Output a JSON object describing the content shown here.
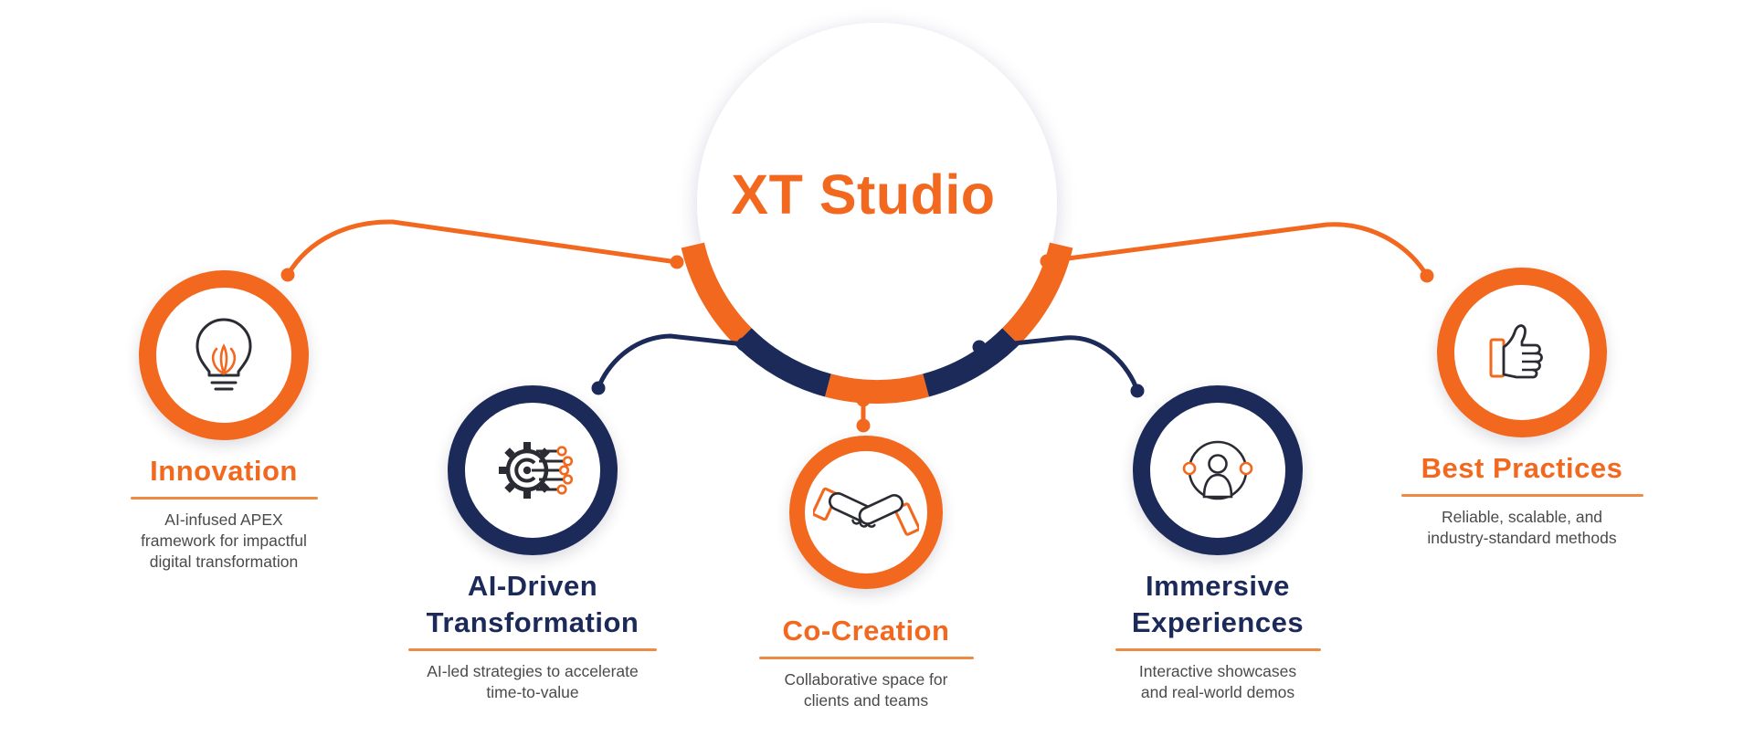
{
  "center": {
    "title": "XT Studio"
  },
  "colors": {
    "orange": "#F2681F",
    "navy": "#1B2A58",
    "icon_outline": "#2B2B34",
    "underline_orange": "#ED8B45",
    "text_gray": "#4A4A4A",
    "background": "#FFFFFF"
  },
  "nodes": [
    {
      "id": "innovation",
      "title": "Innovation",
      "description": "AI-infused APEX\nframework for impactful\ndigital transformation",
      "ring_color": "#F2681F",
      "icon": "lightbulb-icon"
    },
    {
      "id": "ai-driven-transformation",
      "title": "AI-Driven\nTransformation",
      "description": "AI-led strategies to accelerate\ntime-to-value",
      "ring_color": "#1B2A58",
      "icon": "gear-circuit-icon"
    },
    {
      "id": "co-creation",
      "title": "Co-Creation",
      "description": "Collaborative space for\nclients and teams",
      "ring_color": "#F2681F",
      "icon": "handshake-icon"
    },
    {
      "id": "immersive-experiences",
      "title": "Immersive\nExperiences",
      "description": "Interactive showcases\nand real-world demos",
      "ring_color": "#1B2A58",
      "icon": "person-vr-icon"
    },
    {
      "id": "best-practices",
      "title": "Best Practices",
      "description": "Reliable, scalable, and\nindustry-standard methods",
      "ring_color": "#F2681F",
      "icon": "thumbs-up-icon"
    }
  ]
}
